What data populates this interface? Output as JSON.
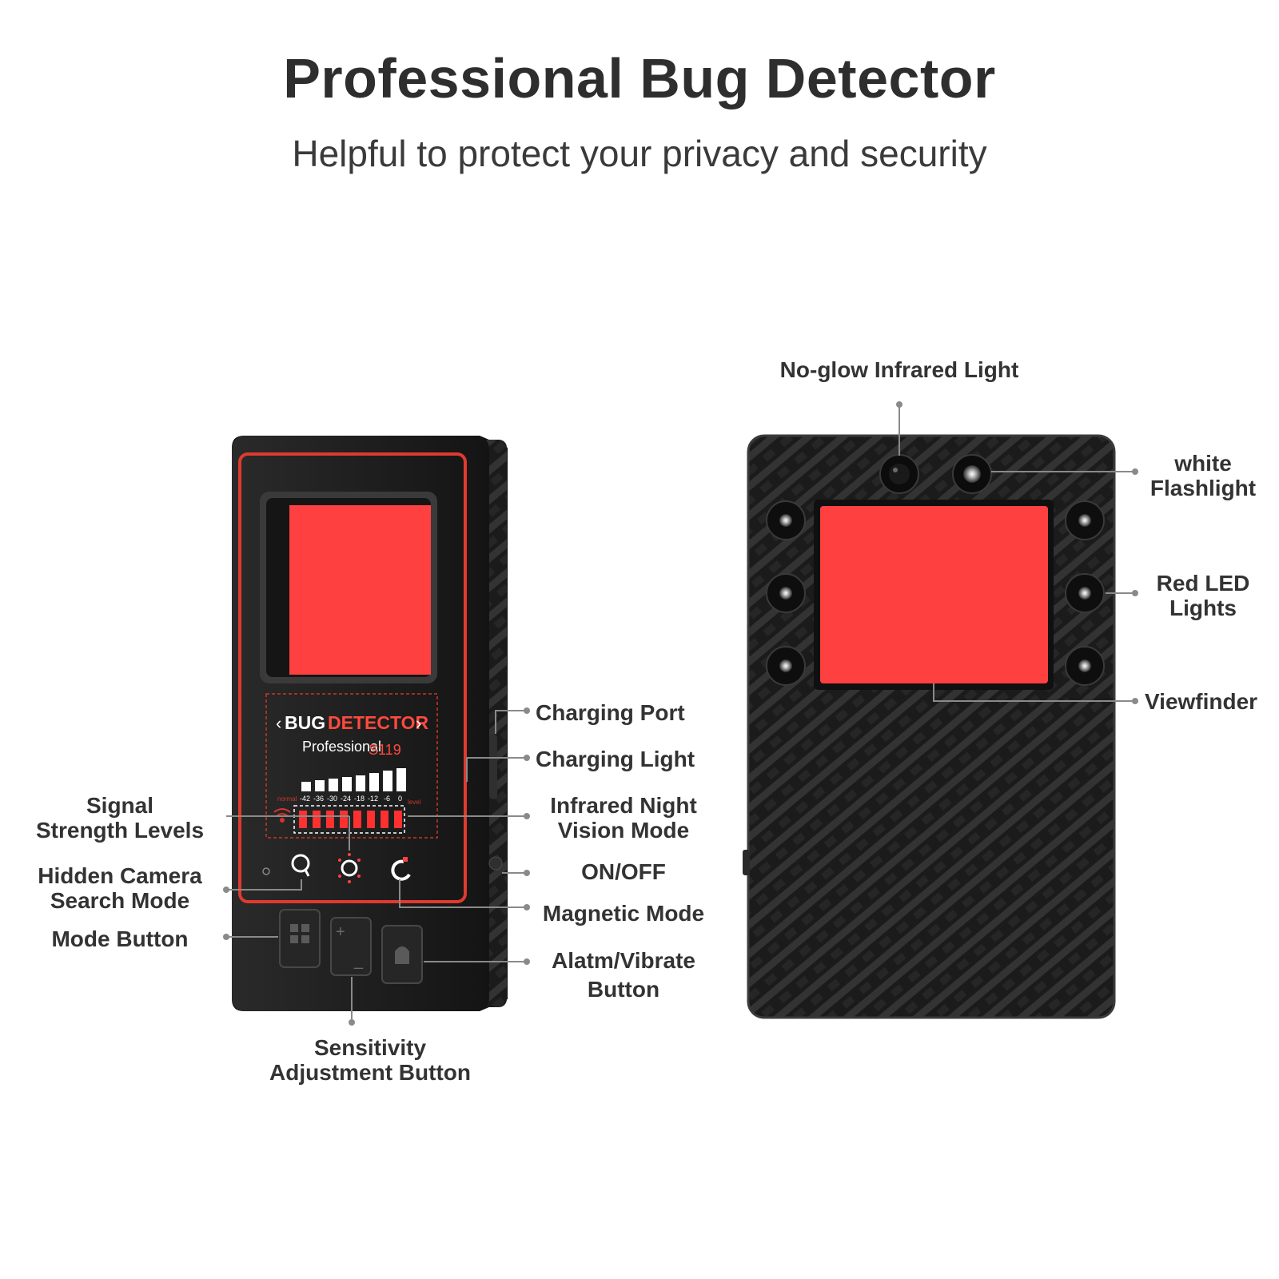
{
  "header": {
    "title": "Professional Bug Detector",
    "subtitle": "Helpful to protect your privacy and security"
  },
  "device_front": {
    "brand_left": "BUG",
    "brand_right": "DETECTOR",
    "model_prefix": "Professional",
    "model": "S119",
    "scale_start": "normal",
    "scale_ticks": [
      "-42",
      "-36",
      "-30",
      "-24",
      "-18",
      "-12",
      "-6",
      "0"
    ],
    "scale_end": "level"
  },
  "labels": {
    "signal_strength": [
      "Signal",
      "Strength Levels"
    ],
    "hidden_camera": [
      "Hidden Camera",
      "Search Mode"
    ],
    "mode_button": "Mode Button",
    "sensitivity": [
      "Sensitivity",
      "Adjustment Button"
    ],
    "charging_port": "Charging Port",
    "charging_light": "Charging Light",
    "infrared_night": [
      "Infrared Night",
      "Vision Mode"
    ],
    "on_off": "ON/OFF",
    "magnetic_mode": "Magnetic Mode",
    "alarm_vibrate": [
      "Alatm/Vibrate",
      "Button"
    ],
    "no_glow_ir": "No-glow Infrared Light",
    "white_flashlight": [
      "white",
      "Flashlight"
    ],
    "red_led": [
      "Red LED",
      "Lights"
    ],
    "viewfinder": "Viewfinder"
  },
  "colors": {
    "accent_red": "#ff4040",
    "device_body": "#1e1e1e",
    "callout_line": "#8a8a8a"
  }
}
